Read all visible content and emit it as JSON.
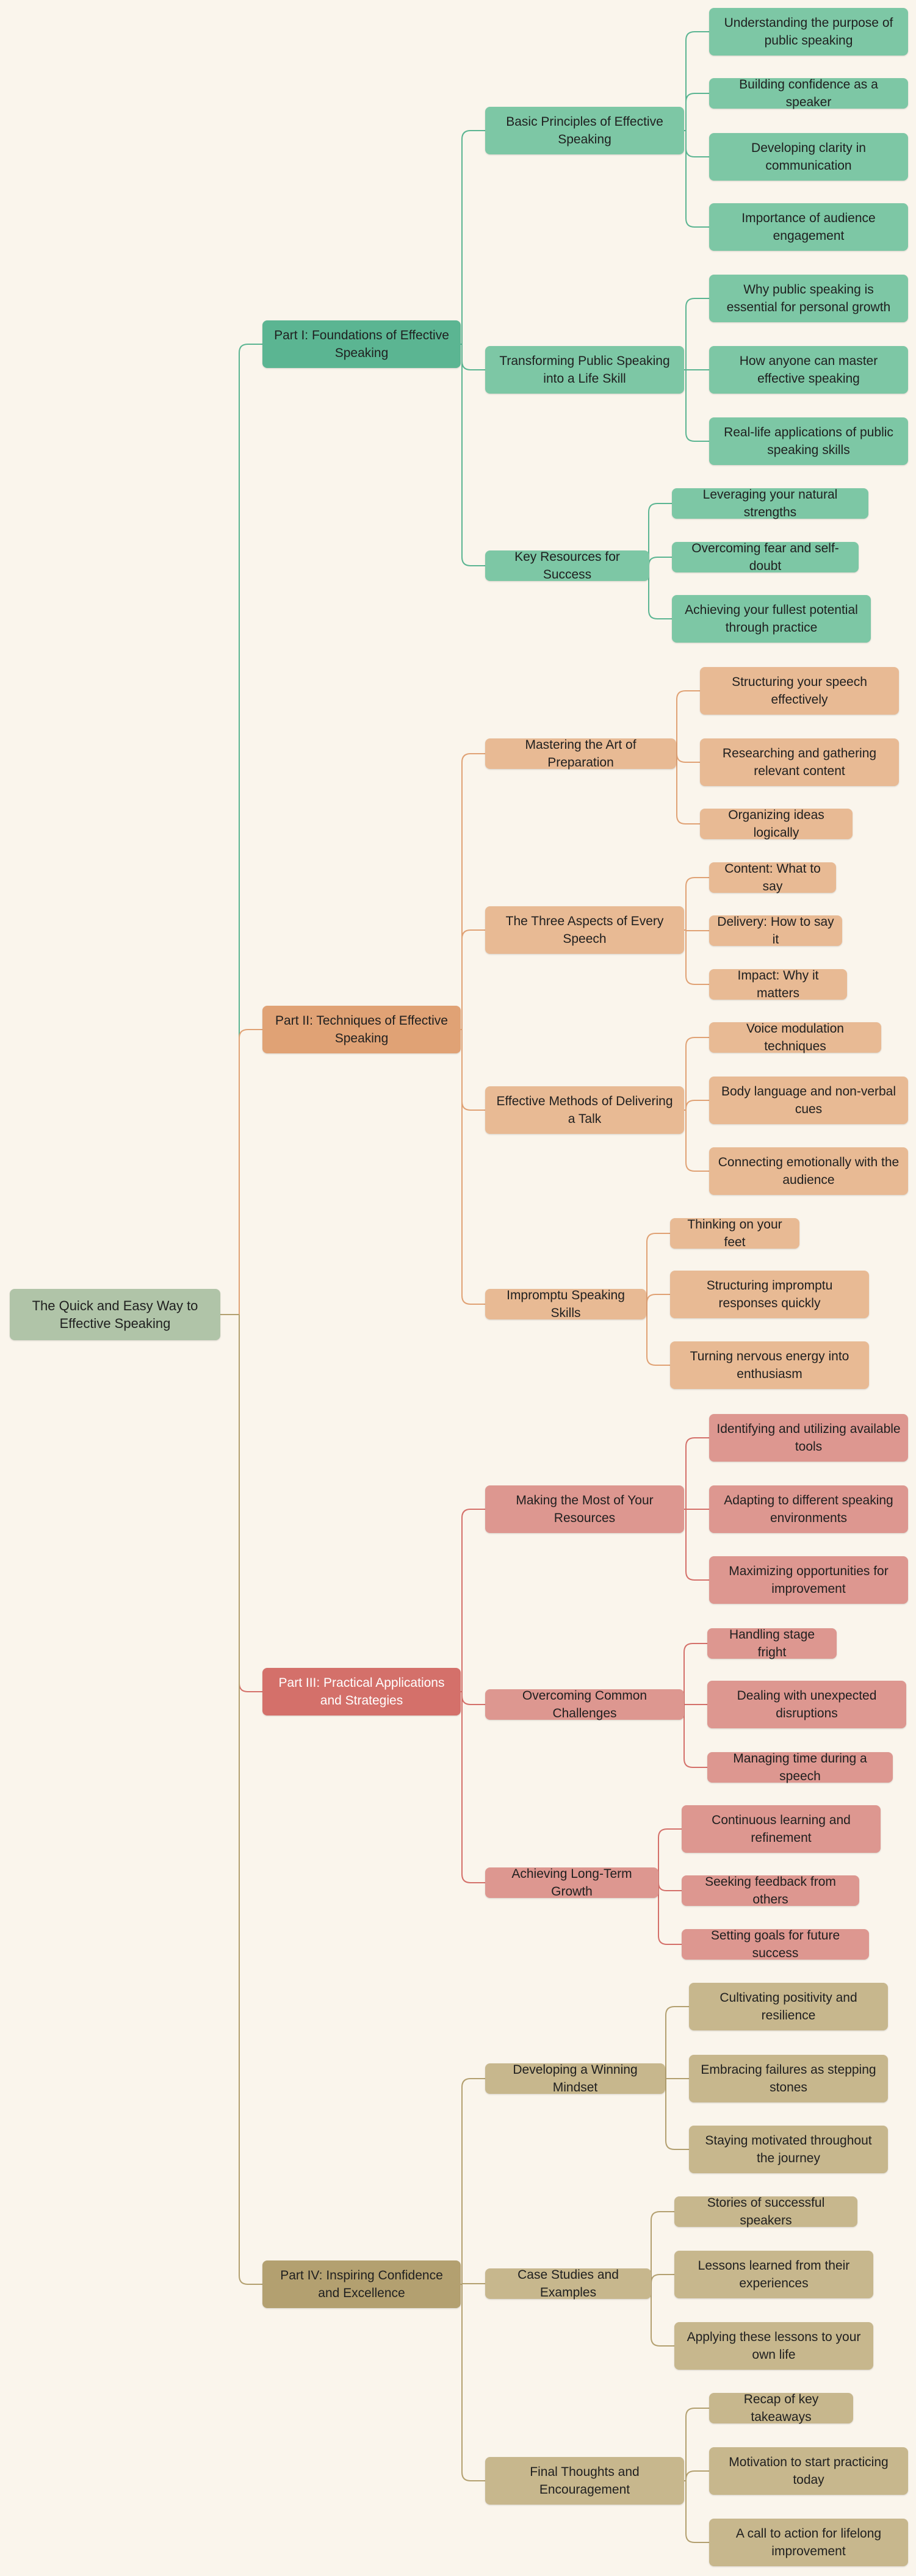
{
  "colors": {
    "background": "#faf5ec",
    "root": "#b0c4a8",
    "branch_1": "#5bb592",
    "sub_1": "#7dc7a5",
    "branch_2": "#e0a275",
    "sub_2": "#e8ba94",
    "branch_3": "#d4706a",
    "sub_3": "#dd9790",
    "branch_4": "#b3a070",
    "sub_4": "#c7b78d"
  },
  "root": {
    "label": "The Quick and Easy Way to Effective Speaking"
  },
  "branches": [
    {
      "label": "Part I: Foundations of Effective Speaking",
      "topics": [
        {
          "label": "Basic Principles of Effective Speaking",
          "items": [
            "Understanding the purpose of public speaking",
            "Building confidence as a speaker",
            "Developing clarity in communication",
            "Importance of audience engagement"
          ]
        },
        {
          "label": "Transforming Public Speaking into a Life Skill",
          "items": [
            "Why public speaking is essential for personal growth",
            "How anyone can master effective speaking",
            "Real-life applications of public speaking skills"
          ]
        },
        {
          "label": "Key Resources for Success",
          "items": [
            "Leveraging your natural strengths",
            "Overcoming fear and self-doubt",
            "Achieving your fullest potential through practice"
          ]
        }
      ]
    },
    {
      "label": "Part II: Techniques of Effective Speaking",
      "topics": [
        {
          "label": "Mastering the Art of Preparation",
          "items": [
            "Structuring your speech effectively",
            "Researching and gathering relevant content",
            "Organizing ideas logically"
          ]
        },
        {
          "label": "The Three Aspects of Every Speech",
          "items": [
            "Content: What to say",
            "Delivery: How to say it",
            "Impact: Why it matters"
          ]
        },
        {
          "label": "Effective Methods of Delivering a Talk",
          "items": [
            "Voice modulation techniques",
            "Body language and non-verbal cues",
            "Connecting emotionally with the audience"
          ]
        },
        {
          "label": "Impromptu Speaking Skills",
          "items": [
            "Thinking on your feet",
            "Structuring impromptu responses quickly",
            "Turning nervous energy into enthusiasm"
          ]
        }
      ]
    },
    {
      "label": "Part III: Practical Applications and Strategies",
      "topics": [
        {
          "label": "Making the Most of Your Resources",
          "items": [
            "Identifying and utilizing available tools",
            "Adapting to different speaking environments",
            "Maximizing opportunities for improvement"
          ]
        },
        {
          "label": "Overcoming Common Challenges",
          "items": [
            "Handling stage fright",
            "Dealing with unexpected disruptions",
            "Managing time during a speech"
          ]
        },
        {
          "label": "Achieving Long-Term Growth",
          "items": [
            "Continuous learning and refinement",
            "Seeking feedback from others",
            "Setting goals for future success"
          ]
        }
      ]
    },
    {
      "label": "Part IV: Inspiring Confidence and Excellence",
      "topics": [
        {
          "label": "Developing a Winning Mindset",
          "items": [
            "Cultivating positivity and resilience",
            "Embracing failures as stepping stones",
            "Staying motivated throughout the journey"
          ]
        },
        {
          "label": "Case Studies and Examples",
          "items": [
            "Stories of successful speakers",
            "Lessons learned from their experiences",
            "Applying these lessons to your own life"
          ]
        },
        {
          "label": "Final Thoughts and Encouragement",
          "items": [
            "Recap of key takeaways",
            "Motivation to start practicing today",
            "A call to action for lifelong improvement"
          ]
        }
      ]
    }
  ]
}
